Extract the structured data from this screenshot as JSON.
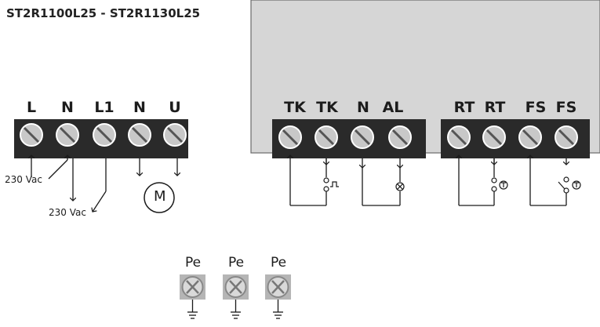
{
  "title": "ST2R1100L25 - ST2R1130L25",
  "left_terminals": [
    "L",
    "N",
    "L1",
    "N",
    "U"
  ],
  "right_terminals": [
    "TK",
    "TK",
    "N",
    "AL",
    "RT",
    "RT",
    "FS",
    "FS"
  ],
  "earth_terminals": [
    "Pe",
    "Pe",
    "Pe"
  ],
  "supply_labels": [
    "230 Vac",
    "230 Vac"
  ],
  "motor_label": "M",
  "colors": {
    "panel": "#d6d6d6",
    "terminal_block": "#2a2a2a",
    "screw": "#c8c8c8",
    "earth_screw": "#b5b5b5",
    "line": "#1a1a1a"
  },
  "icons": [
    "screw-icon",
    "motor-icon",
    "earth-icon",
    "pulse-sensor-icon",
    "lamp-icon",
    "thermostat-icon",
    "switch-icon"
  ]
}
